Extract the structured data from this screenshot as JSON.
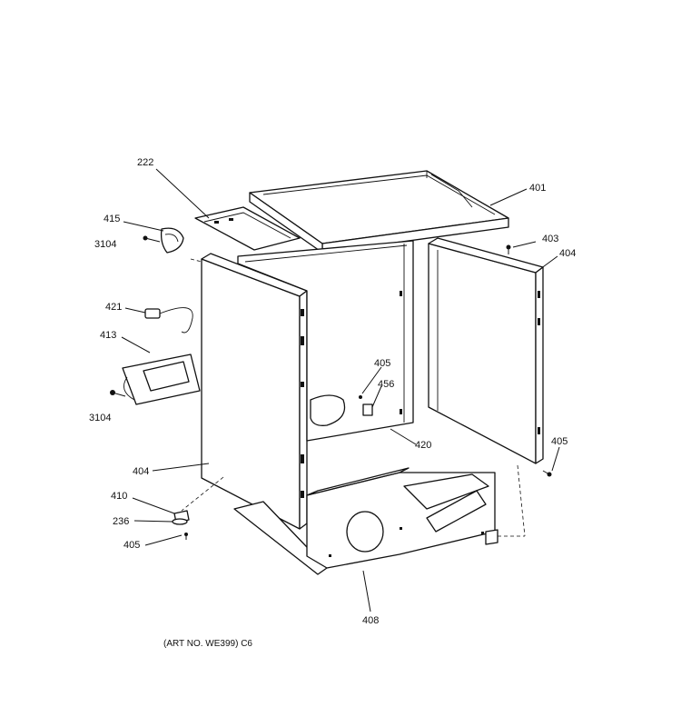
{
  "diagram": {
    "labels": [
      {
        "id": "lbl-222",
        "text": "222"
      },
      {
        "id": "lbl-401",
        "text": "401"
      },
      {
        "id": "lbl-415",
        "text": "415"
      },
      {
        "id": "lbl-3104-top",
        "text": "3104"
      },
      {
        "id": "lbl-403",
        "text": "403"
      },
      {
        "id": "lbl-404-right",
        "text": "404"
      },
      {
        "id": "lbl-421",
        "text": "421"
      },
      {
        "id": "lbl-413",
        "text": "413"
      },
      {
        "id": "lbl-405-mid",
        "text": "405"
      },
      {
        "id": "lbl-456",
        "text": "456"
      },
      {
        "id": "lbl-3104-bottom",
        "text": "3104"
      },
      {
        "id": "lbl-420",
        "text": "420"
      },
      {
        "id": "lbl-405-right",
        "text": "405"
      },
      {
        "id": "lbl-404-left",
        "text": "404"
      },
      {
        "id": "lbl-410",
        "text": "410"
      },
      {
        "id": "lbl-236",
        "text": "236"
      },
      {
        "id": "lbl-405-bottom",
        "text": "405"
      },
      {
        "id": "lbl-408",
        "text": "408"
      }
    ],
    "art_number": "(ART NO. WE399) C6"
  }
}
